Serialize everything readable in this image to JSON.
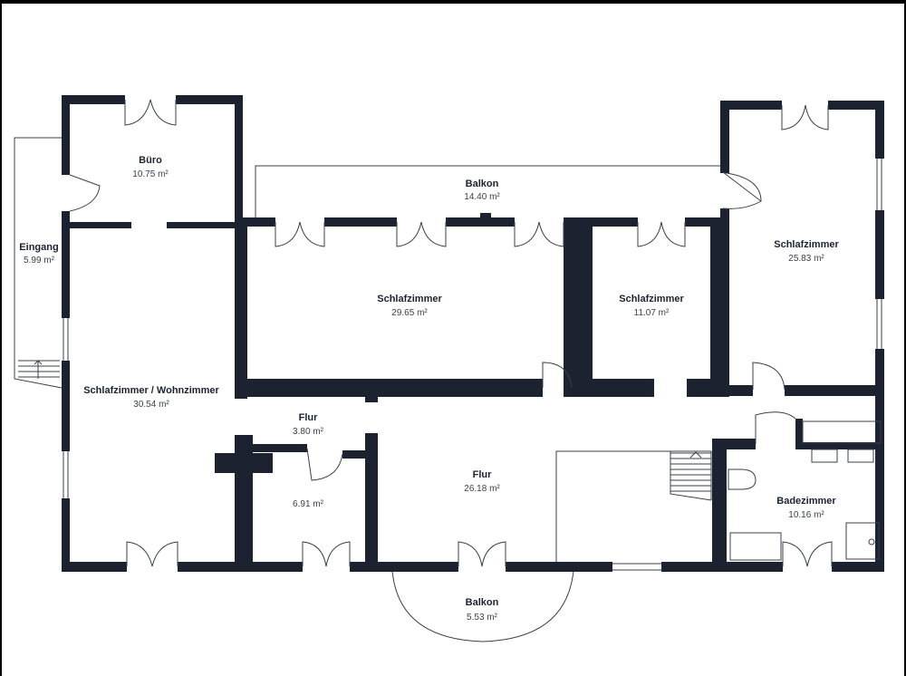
{
  "colors": {
    "wall": "#1c2230",
    "background": "#ffffff",
    "frame": "#000000"
  },
  "rooms": [
    {
      "name": "Büro",
      "area": "10.75 m²"
    },
    {
      "name": "Balkon",
      "area": "14.40 m²"
    },
    {
      "name": "Eingang",
      "area": "5.99 m²"
    },
    {
      "name": "Schlafzimmer",
      "area": "29.65 m²"
    },
    {
      "name": "Schlafzimmer",
      "area": "11.07 m²"
    },
    {
      "name": "Schlafzimmer",
      "area": "25.83 m²"
    },
    {
      "name": "Schlafzimmer / Wohnzimmer",
      "area": "30.54 m²"
    },
    {
      "name": "Flur",
      "area": "3.80 m²"
    },
    {
      "name": "",
      "area": "6.91 m²"
    },
    {
      "name": "Flur",
      "area": "26.18 m²"
    },
    {
      "name": "Badezimmer",
      "area": "10.16 m²"
    },
    {
      "name": "Balkon",
      "area": "5.53 m²"
    }
  ]
}
